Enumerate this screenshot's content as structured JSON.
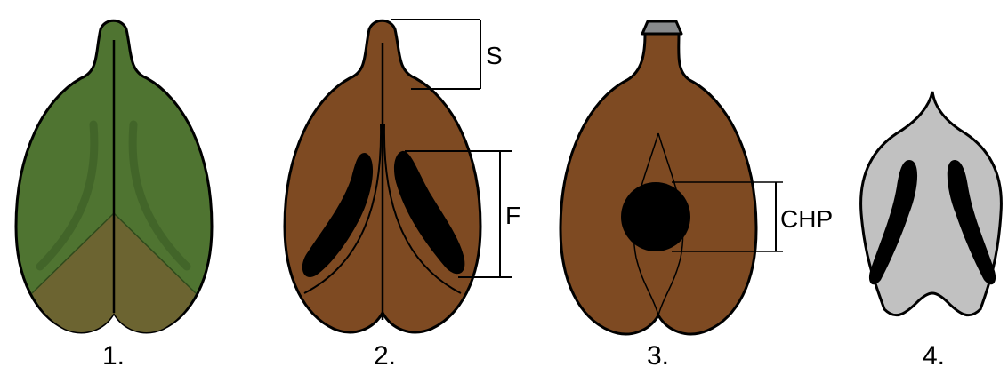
{
  "figures": [
    {
      "number": "1."
    },
    {
      "number": "2.",
      "dimension_labels": [
        "S",
        "F"
      ]
    },
    {
      "number": "3.",
      "dimension_labels": [
        "CHP"
      ]
    },
    {
      "number": "4."
    }
  ],
  "colors": {
    "green_fill": "#4f7431",
    "green_lower": "#6c6431",
    "green_vein": "#3f6328",
    "brown_fill": "#7e4a22",
    "grey_fill": "#c1c1c1",
    "top_cut": "#888a8c",
    "outline": "#000000"
  }
}
